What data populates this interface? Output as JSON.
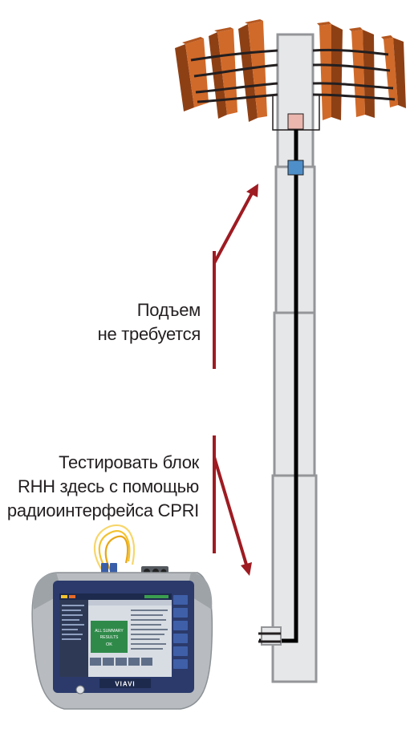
{
  "annotations": {
    "no_climb": {
      "lines": [
        "Подъем",
        "не требуется"
      ]
    },
    "test_rrh": {
      "lines": [
        "Тестировать блок",
        "RHH здесь с помощью",
        "радиоинтерфейса CPRI"
      ]
    }
  },
  "device": {
    "screen_text": [
      "ALL SUMMARY",
      "RESULTS",
      "OK"
    ],
    "brand": "VIAVI"
  },
  "colors": {
    "tower_fill": "#e6e7e8",
    "tower_stroke": "#939598",
    "antenna_front": "#d06a2a",
    "antenna_side": "#8e4015",
    "arrow": "#9e1b22",
    "cable": "#000000",
    "rrh_box": "#eab6ae",
    "connector_box": "#4f8fc9",
    "device_body": "#b8bcc0",
    "device_bezel": "#2b3a6b",
    "screen_ok_panel": "#2f8a4a"
  }
}
